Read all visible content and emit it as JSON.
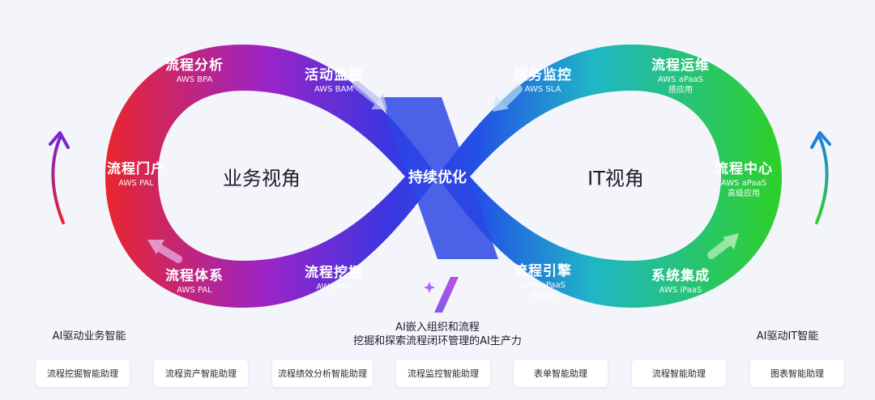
{
  "diagram": {
    "left_center": "业务视角",
    "right_center": "IT视角",
    "middle": "持续优化",
    "nodes": [
      {
        "id": "bpa",
        "title": "流程分析",
        "sub": [
          "AWS BPA"
        ]
      },
      {
        "id": "portal",
        "title": "流程门户",
        "sub": [
          "AWS PAL"
        ]
      },
      {
        "id": "system",
        "title": "流程体系",
        "sub": [
          "AWS PAL"
        ]
      },
      {
        "id": "bam",
        "title": "活动监控",
        "sub": [
          "AWS BAM"
        ]
      },
      {
        "id": "pmi",
        "title": "流程挖掘",
        "sub": [
          "AWS PMI"
        ]
      },
      {
        "id": "sla",
        "title": "服务监控",
        "sub": [
          "AWS SLA"
        ]
      },
      {
        "id": "engine",
        "title": "流程引擎",
        "sub": [
          "AWS aPaaS",
          "搭应用"
        ]
      },
      {
        "id": "ops",
        "title": "流程运维",
        "sub": [
          "AWS aPaaS",
          "搭应用"
        ]
      },
      {
        "id": "hub",
        "title": "流程中心",
        "sub": [
          "AWS aPaaS",
          "高级应用"
        ]
      },
      {
        "id": "ipaas",
        "title": "系统集成",
        "sub": [
          "AWS iPaaS"
        ]
      }
    ],
    "left_caption": "AI驱动业务智能",
    "right_caption": "AI驱动IT智能",
    "ai_note_line1": "AI嵌入组织和流程",
    "ai_note_line2": "挖掘和探索流程闭环管理的AI生产力"
  },
  "assistants": [
    "流程挖掘智能助理",
    "流程资产智能助理",
    "流程绩效分析智能助理",
    "流程监控智能助理",
    "表单智能助理",
    "流程智能助理",
    "图表智能助理"
  ],
  "colors": {
    "red": "#e8262d",
    "purple": "#7a24d0",
    "blue": "#2350e6",
    "teal": "#1fb6a6",
    "green": "#2fd028",
    "bg": "#f4f5fb"
  }
}
